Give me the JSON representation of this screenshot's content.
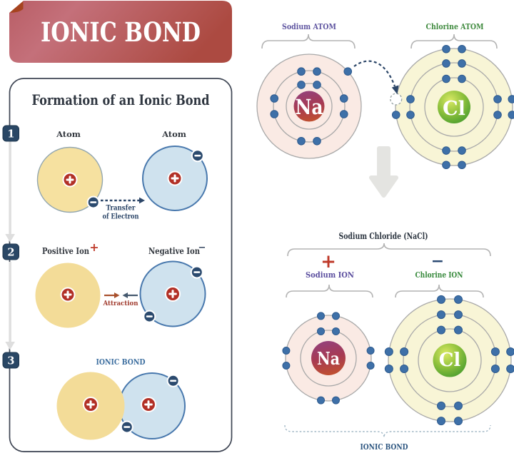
{
  "banner": {
    "title": "IONIC BOND"
  },
  "panel": {
    "title": "Formation of an Ionic Bond",
    "steps": [
      {
        "number": "1",
        "left_label": "Atom",
        "right_label": "Atom",
        "arrow_label_line1": "Transfer",
        "arrow_label_line2": "of Electron"
      },
      {
        "number": "2",
        "left_label": "Positive Ion",
        "left_charge": "+",
        "right_label": "Negative Ion",
        "right_charge": "−",
        "arrow_label": "Attraction"
      },
      {
        "number": "3",
        "label": "IONIC BOND"
      }
    ]
  },
  "right": {
    "sodium_atom": {
      "label": "Sodium ATOM",
      "symbol": "Na",
      "shells": [
        2,
        8,
        1
      ]
    },
    "chlorine_atom": {
      "label": "Chlorine ATOM",
      "symbol": "Cl",
      "shells": [
        2,
        8,
        7
      ]
    },
    "nacl_title": "Sodium Chloride (NaCl)",
    "sodium_ion": {
      "label": "Sodium ION",
      "charge": "+",
      "symbol": "Na",
      "shells": [
        2,
        8
      ]
    },
    "chlorine_ion": {
      "label": "Chlorine ION",
      "charge": "−",
      "symbol": "Cl",
      "shells": [
        2,
        8,
        8
      ]
    },
    "bond_label": "IONIC BOND"
  },
  "colors": {
    "banner_red_light": "#c8747c",
    "banner_red_dark": "#ad4a41",
    "banner_fold": "#a6441f",
    "panel_border": "#3f4654",
    "step_badge": "#2a4765",
    "yellow_atom": "#f6e1a0",
    "blue_atom_fill": "#cfe2ee",
    "blue_atom_border": "#4878ad",
    "plus_badge": "#b23026",
    "minus_badge": "#2b4a6e",
    "electron_blue": "#3e70a8",
    "navy_text": "#2c4668",
    "steel_blue_text": "#3c6e9f",
    "attraction_red": "#a03a2d",
    "purple_text": "#5f55a0",
    "green_text": "#3f8a3e",
    "sodium_shell_fill": "#faeae4",
    "chlorine_shell_fill": "#f8f5d6",
    "gray_arrow": "#e4e4e1",
    "brace_gray": "#b3b3b3"
  }
}
